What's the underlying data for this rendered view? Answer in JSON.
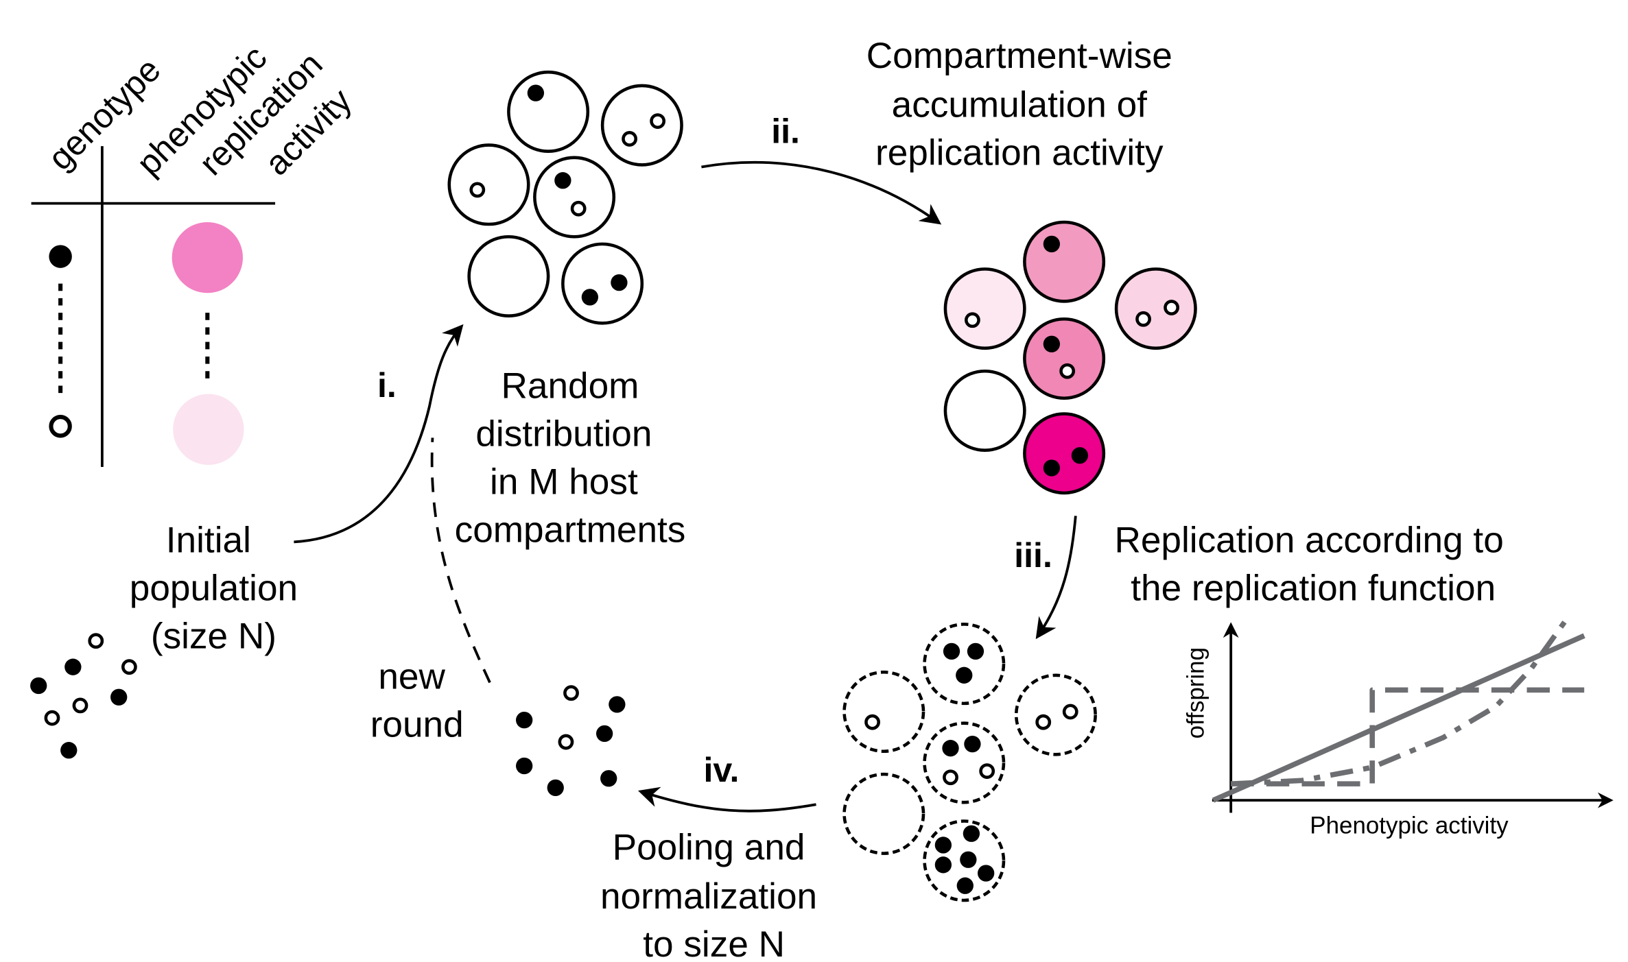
{
  "legend": {
    "header_genotype": "genotype",
    "header_activity_line1": "phenotypic",
    "header_activity_line2": "replication",
    "header_activity_line3": "activity",
    "high_activity_color": "#f282c3",
    "low_activity_color": "#fbe3f0"
  },
  "initial": {
    "line1": "Initial",
    "line2": "population",
    "line3": "(size N)"
  },
  "steps": {
    "i": "i.",
    "ii": "ii.",
    "iii": "iii.",
    "iv": "iv."
  },
  "step_i_text": [
    "Random",
    "distribution",
    "in M host",
    "compartments"
  ],
  "step_ii_text": [
    "Compartment-wise",
    "accumulation of",
    "replication activity"
  ],
  "step_iii_text": [
    "Replication according to",
    "the replication function"
  ],
  "step_iv_text": [
    "Pooling and",
    "normalization",
    "to size N"
  ],
  "new_round": [
    "new",
    "round"
  ],
  "compartment_colors": {
    "white": "#ffffff",
    "one_black": "#f29ac0",
    "one_white": "#fde8f2",
    "two_white": "#fad4e4",
    "black_white": "#f087b5",
    "two_black": "#ec008c"
  },
  "chart_data": {
    "type": "line",
    "title": "",
    "xlabel": "Phenotypic activity",
    "ylabel": "offspring",
    "xlim": [
      0,
      1
    ],
    "ylim": [
      0,
      1
    ],
    "grid": false,
    "series": [
      {
        "name": "linear",
        "style": "solid",
        "color": "#6d6e71",
        "x": [
          -0.05,
          1.0
        ],
        "y": [
          0.0,
          1.0
        ]
      },
      {
        "name": "step",
        "style": "dashed",
        "color": "#6d6e71",
        "x": [
          0.0,
          0.4,
          0.4,
          1.0
        ],
        "y": [
          0.1,
          0.1,
          0.67,
          0.67
        ]
      },
      {
        "name": "exponential",
        "style": "dash-dot",
        "color": "#6d6e71",
        "x": [
          0.0,
          0.2,
          0.4,
          0.6,
          0.75,
          0.85,
          0.95
        ],
        "y": [
          0.1,
          0.12,
          0.2,
          0.38,
          0.57,
          0.8,
          1.1
        ]
      }
    ]
  }
}
